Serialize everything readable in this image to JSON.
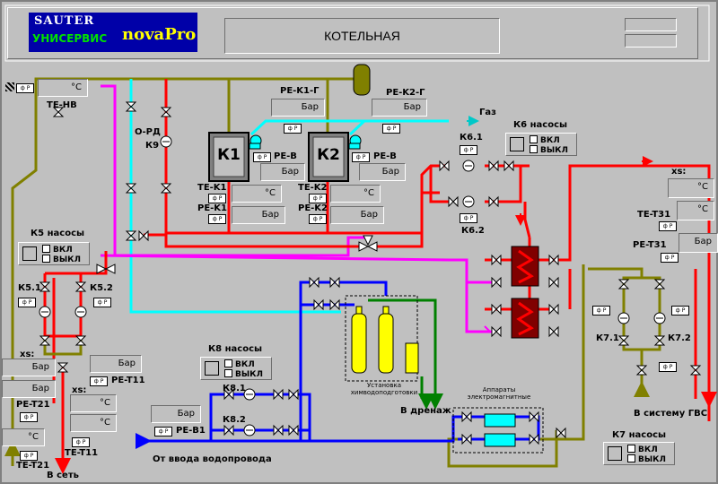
{
  "logo": {
    "line1": "SAUTER",
    "line2": "УНИСЕРВИС",
    "line3": "novaPro"
  },
  "title": "КОТЕЛЬНАЯ",
  "boilers": {
    "k1": "К1",
    "k2": "К2"
  },
  "labels": {
    "te_nv": "TE-HB",
    "o_rd": "О-РД",
    "k9": "К9",
    "pe_k1_g": "PE-K1-Г",
    "pe_k2_g": "PE-K2-Г",
    "gas": "Газ",
    "pe_v_1": "PE-B",
    "pe_v_2": "PE-B",
    "te_k1": "TE-K1",
    "pe_k1": "PE-K1",
    "te_k2": "TE-K2",
    "pe_k2": "PE-K2",
    "k6_1": "К6.1",
    "k6_2": "К6.2",
    "xs_right": "xs:",
    "te_t31": "TE-T31",
    "pe_t31": "PE-T31",
    "k5_1": "К5.1",
    "k5_2": "К5.2",
    "k7_1": "К7.1",
    "k7_2": "К7.2",
    "xs_left": "xs:",
    "pe_t21": "PE-T21",
    "te_t21": "TE-T21",
    "pe_t11": "PE-T11",
    "xs_mid": "xs:",
    "te_t11": "TE-T11",
    "k8_1": "К8.1",
    "k8_2": "К8.2",
    "pe_v1": "PE-B1",
    "water_treatment": "Установка\nхимводоподготовки",
    "em_devices": "Аппараты\nэлектромагнитные",
    "drain": "В дренаж",
    "to_network": "В сеть",
    "from_water": "От ввода водопровода",
    "to_gvs": "В систему ГВС",
    "sensor_tag": "ф P"
  },
  "pump_panels": {
    "k6": {
      "title": "К6 насосы",
      "on": "ВКЛ",
      "off": "ВЫКЛ"
    },
    "k5": {
      "title": "К5 насосы",
      "on": "ВКЛ",
      "off": "ВЫКЛ"
    },
    "k8": {
      "title": "К8 насосы",
      "on": "ВКЛ",
      "off": "ВЫКЛ"
    },
    "k7": {
      "title": "К7 насосы",
      "on": "ВКЛ",
      "off": "ВЫКЛ"
    }
  },
  "values": {
    "te_nv": "°C",
    "pe_k1_g": "Бар",
    "pe_k2_g": "Бар",
    "pe_v_1": "Бар",
    "pe_v_2": "Бар",
    "te_k1": "°C",
    "pe_k1": "Бар",
    "te_k2": "°C",
    "pe_k2": "Бар",
    "xs_r1": "°C",
    "xs_r2": "°C",
    "pe_t31": "Бар",
    "xs_l": "Бар",
    "pe_t21": "Бар",
    "te_t21": "°C",
    "pe_t11": "Бар",
    "xs_m": "°C",
    "te_t11": "°C",
    "pe_v1": "Бар"
  },
  "colors": {
    "hot": "#ff0000",
    "cold": "#0000ff",
    "mix": "#ff00ff",
    "aqua": "#00ffff",
    "return": "#808000",
    "drain": "#008000"
  }
}
